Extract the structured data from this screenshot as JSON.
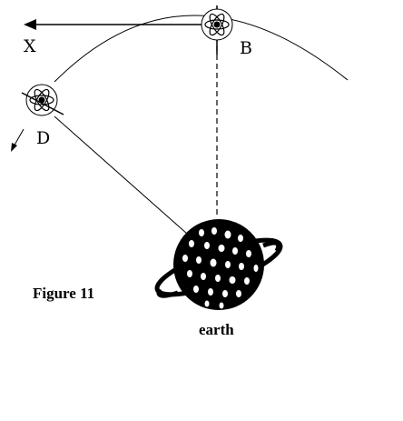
{
  "labels": {
    "x": "X",
    "b": "B",
    "d": "D"
  },
  "caption": "Figure 11",
  "planet_label": "earth",
  "colors": {
    "ink": "#000000",
    "paper": "#ffffff"
  },
  "icons": {
    "satellite": "atom-icon",
    "planet": "ringed-planet-icon"
  }
}
